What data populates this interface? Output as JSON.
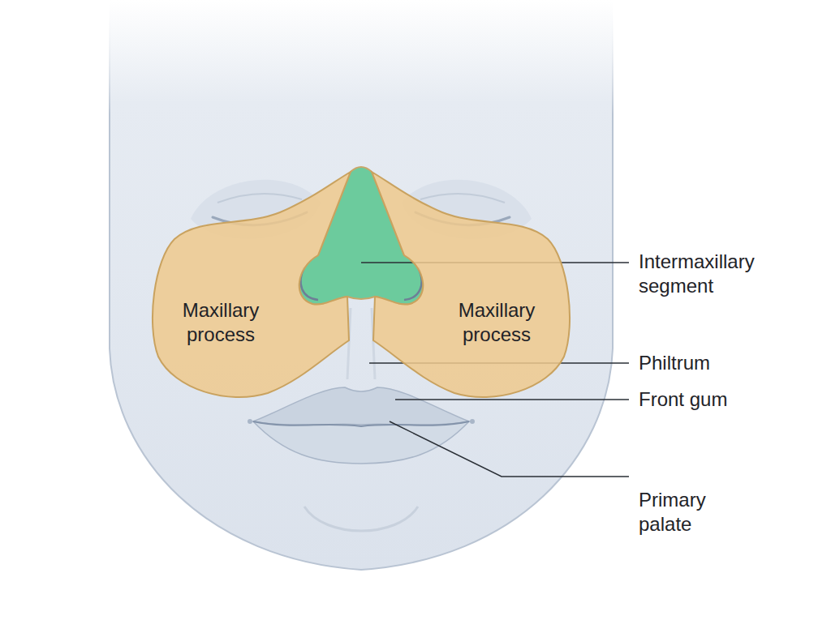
{
  "diagram": {
    "nodes": [
      {
        "text": [
          "Maxillary process"
        ]
      },
      {
        "text": [
          "Maxillary process"
        ]
      }
    ],
    "labels": [
      "Intermaxillary segment",
      "Philtrum",
      "Front gum",
      "Primary palate"
    ]
  }
}
